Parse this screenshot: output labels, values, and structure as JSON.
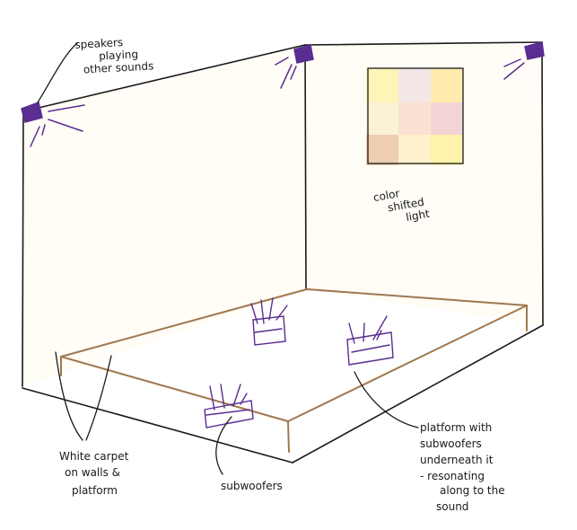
{
  "annotations": {
    "speakers": [
      "speakers",
      "playing",
      "other sounds"
    ],
    "light": [
      "color",
      "shifted",
      "light"
    ],
    "carpet": [
      "White carpet",
      "on walls &",
      "platform"
    ],
    "subwoofers": [
      "subwoofers"
    ],
    "platform": [
      "platform with",
      "subwoofers",
      "underneath it",
      "- resonating",
      "along to the",
      "sound"
    ]
  },
  "colors": {
    "ink": "#1a1a1a",
    "speaker": "#5a2d91",
    "platform_edge": "#a0784f",
    "wall_tint": "#fffdf6",
    "light_cells": [
      "#fff3b0",
      "#f3e6e6",
      "#ffe9a6",
      "#fbefd0",
      "#f9dfcf",
      "#f2cfd2",
      "#ecc9a8",
      "#fff0c8",
      "#fff1a2"
    ]
  }
}
